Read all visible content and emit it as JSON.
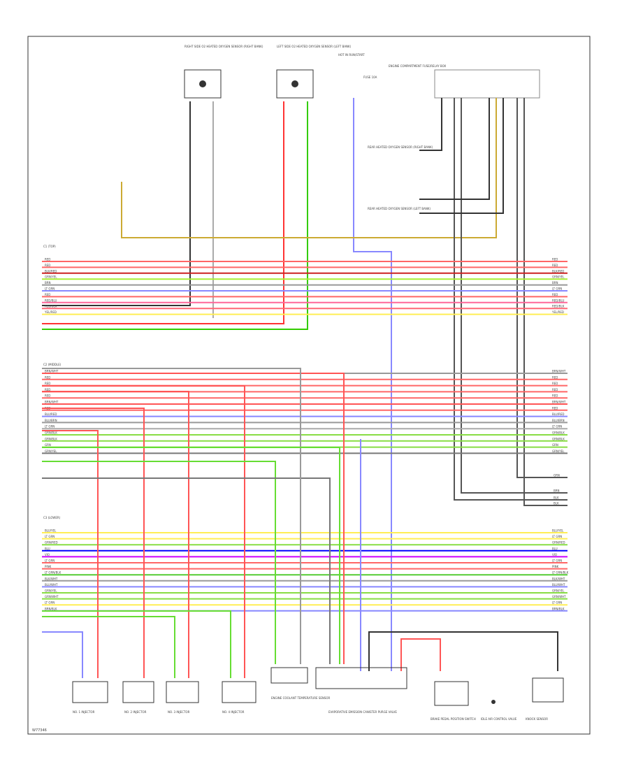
{
  "diagram_code": "W77346",
  "components": {
    "right_side_oxygen_sensor": "RIGHT SIDE O2 HEATED OXYGEN SENSOR (RIGHT BANK)",
    "left_side_oxygen_sensor": "LEFT SIDE O2 HEATED OXYGEN SENSOR (LEFT BANK)",
    "hot_in_run": "HOT IN RUN/START",
    "fuse": "FUSE 10A",
    "engine_compartment_fuse_relay_box": "ENGINE COMPARTMENT FUSE/RELAY BOX",
    "rear_heated_oxygen_sensor_right": "REAR HEATED OXYGEN SENSOR (RIGHT BANK)",
    "rear_heated_oxygen_sensor_left": "REAR HEATED OXYGEN SENSOR (LEFT BANK)",
    "injector_1": "NO. 1 INJECTOR",
    "injector_2": "NO. 2 INJECTOR",
    "injector_3": "NO. 3 INJECTOR",
    "injector_4": "NO. 4 INJECTOR",
    "engine_coolant_temp_sensor": "ENGINE COOLANT TEMPERATURE SENSOR",
    "evap_canister_purge_valve": "EVAPORATIVE EMISSION CANISTER PURGE VALVE",
    "brake_pedal_position_switch": "BRAKE PEDAL POSITION SWITCH",
    "idle_air_control_valve": "IDLE AIR CONTROL VALVE",
    "knock_sensor": "KNOCK SENSOR"
  },
  "connector_groups": [
    "C1 (TOP)",
    "C2 (MIDDLE)",
    "C3 (LOWER)"
  ],
  "wire_colors": {
    "RED": "#f00000",
    "PINK": "#ff66cc",
    "GREEN": "#22cc00",
    "LT GRN": "#aaff66",
    "BLUE": "#0000ff",
    "LT BLU": "#8888ff",
    "YELLOW": "#ffee00",
    "BLACK": "#000000",
    "GRAY": "#888888",
    "VIOLET": "#cc00ff",
    "WHITE": "#dddddd",
    "BROWN": "#aa5500"
  },
  "bus_c1": [
    {
      "label": "RED",
      "color": "#ff6666"
    },
    {
      "label": "RED",
      "color": "#ff6666"
    },
    {
      "label": "BLK/RED",
      "color": "#cc2222"
    },
    {
      "label": "GRN/YEL",
      "color": "#aaee33"
    },
    {
      "label": "BRN",
      "color": "#999999"
    },
    {
      "label": "LT GRN",
      "color": "#8888ff"
    },
    {
      "label": "RED",
      "color": "#ff6666"
    },
    {
      "label": "RED/BLU",
      "color": "#ff6699"
    },
    {
      "label": "RED/BLK",
      "color": "#ff6677"
    },
    {
      "label": "YEL/RED",
      "color": "#ffee55"
    }
  ],
  "bus_c2": [
    {
      "label": "BRN/WHT",
      "color": "#999999"
    },
    {
      "label": "RED",
      "color": "#ff6666"
    },
    {
      "label": "RED",
      "color": "#ff6666"
    },
    {
      "label": "RED",
      "color": "#ff6666"
    },
    {
      "label": "RED",
      "color": "#ff6666"
    },
    {
      "label": "BRN/WHT",
      "color": "#ff5555"
    },
    {
      "label": "RED",
      "color": "#ff6666"
    },
    {
      "label": "BLU/RED",
      "color": "#8888ff"
    },
    {
      "label": "BLU/BRN",
      "color": "#999999"
    },
    {
      "label": "LT GRN",
      "color": "#aaaaaa"
    },
    {
      "label": "GRN/BLK",
      "color": "#88dd44"
    },
    {
      "label": "GRN/BLK",
      "color": "#88dd44"
    },
    {
      "label": "GRN",
      "color": "#88dd44"
    },
    {
      "label": "GRN/YEL",
      "color": "#777777"
    }
  ],
  "bus_c3": [
    {
      "label": "BLU/YEL",
      "color": "#ffee55"
    },
    {
      "label": "LT GRN",
      "color": "#ffee55"
    },
    {
      "label": "GRN/RED",
      "color": "#88dd44"
    },
    {
      "label": "BLU",
      "color": "#0000ff"
    },
    {
      "label": "VIO",
      "color": "#cc00ff"
    },
    {
      "label": "LT GRN",
      "color": "#ff6666"
    },
    {
      "label": "PINK",
      "color": "#ff6666"
    },
    {
      "label": "LT GRN/BLK",
      "color": "#55cc33"
    },
    {
      "label": "BLK/WHT",
      "color": "#999999"
    },
    {
      "label": "BLU/WHT",
      "color": "#8888ff"
    },
    {
      "label": "GRN/YEL",
      "color": "#88dd44"
    },
    {
      "label": "GRN/WHT",
      "color": "#88dd44"
    },
    {
      "label": "LT GRN",
      "color": "#ffee55"
    },
    {
      "label": "BRN/BLK",
      "color": "#8888ff"
    }
  ],
  "right_end_labels": [
    "GRN",
    "BRN",
    "BLK",
    "BLK"
  ]
}
